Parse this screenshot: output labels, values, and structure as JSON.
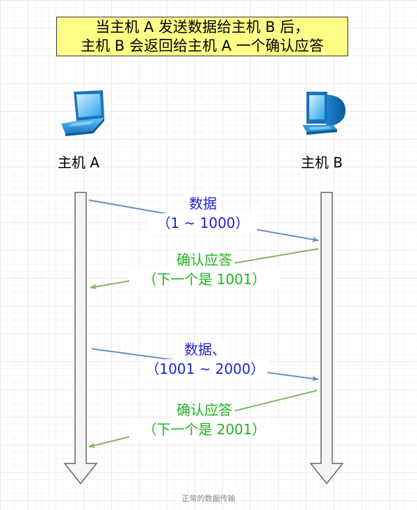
{
  "title": {
    "line1": "当主机 A 发送数据给主机 B 后，",
    "line2": "主机 B 会返回给主机 A 一个确认应答"
  },
  "hosts": {
    "a": {
      "label": "主机 A",
      "icon": "laptop-icon"
    },
    "b": {
      "label": "主机 B",
      "icon": "desktop-computer-icon"
    }
  },
  "messages": [
    {
      "line1": "数据",
      "line2": "（1 ~ 1000）",
      "direction": "A→B",
      "color": "#6c8ebf"
    },
    {
      "line1": "确认应答",
      "line2": "（下一个是 1001）",
      "direction": "B→A",
      "color": "#82b366"
    },
    {
      "line1": "数据、",
      "line2": "（1001 ~ 2000）",
      "direction": "A→B",
      "color": "#6c8ebf"
    },
    {
      "line1": "确认应答",
      "line2": "（下一个是 2001）",
      "direction": "B→A",
      "color": "#82b366"
    }
  ],
  "caption": "正常的数据传输",
  "colors": {
    "title_fill": "#ffff88",
    "data_text": "#1f1fde",
    "ack_text": "#1cb51c",
    "data_arrow": "#6c8ebf",
    "ack_arrow": "#82b366",
    "timeline_fill": "#f5f5f5",
    "timeline_stroke": "#666666"
  }
}
